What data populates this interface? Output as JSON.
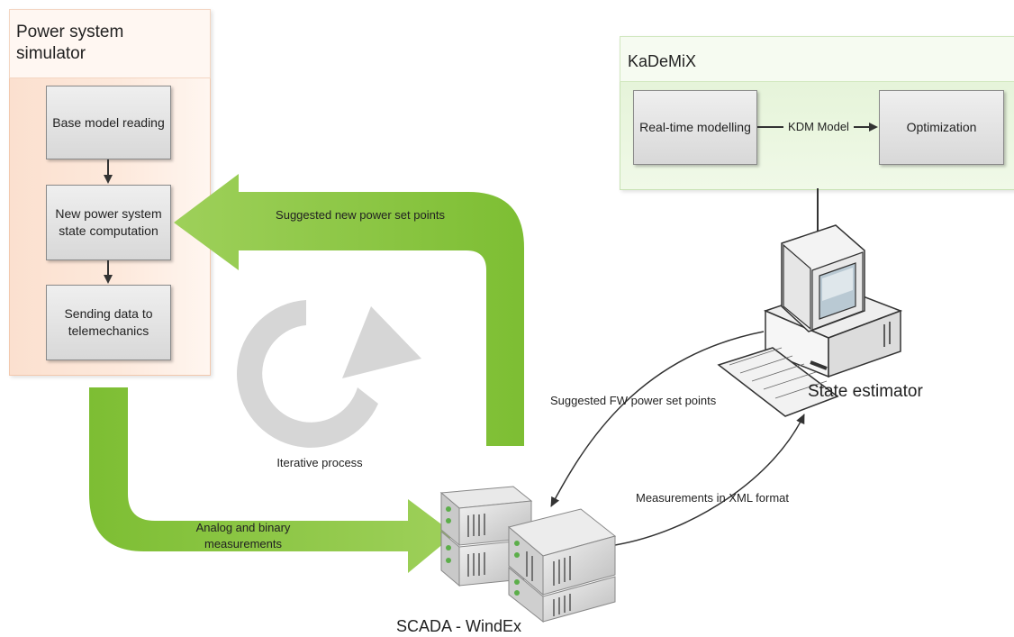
{
  "simulator": {
    "title": "Power system simulator",
    "steps": [
      "Base model reading",
      "New power system state computation",
      "Sending data to telemechanics"
    ]
  },
  "kademix": {
    "title": "KaDeMiX",
    "realtime": "Real-time modelling",
    "link": "KDM Model",
    "optimization": "Optimization"
  },
  "flows": {
    "suggested_new": "Suggested new power set points",
    "iterative": "Iterative process",
    "analog": "Analog and binary measurements",
    "suggested_fw": "Suggested FW power set points",
    "measurements_xml": "Measurements in XML format"
  },
  "nodes": {
    "scada": "SCADA - WindEx",
    "state_estimator": "State estimator"
  },
  "colors": {
    "flow_arrow": "#8cc63f",
    "cycle_arrow": "#d4d4d4",
    "sim_panel": "#fbe0cf",
    "kdm_panel": "#e2f2d5"
  }
}
